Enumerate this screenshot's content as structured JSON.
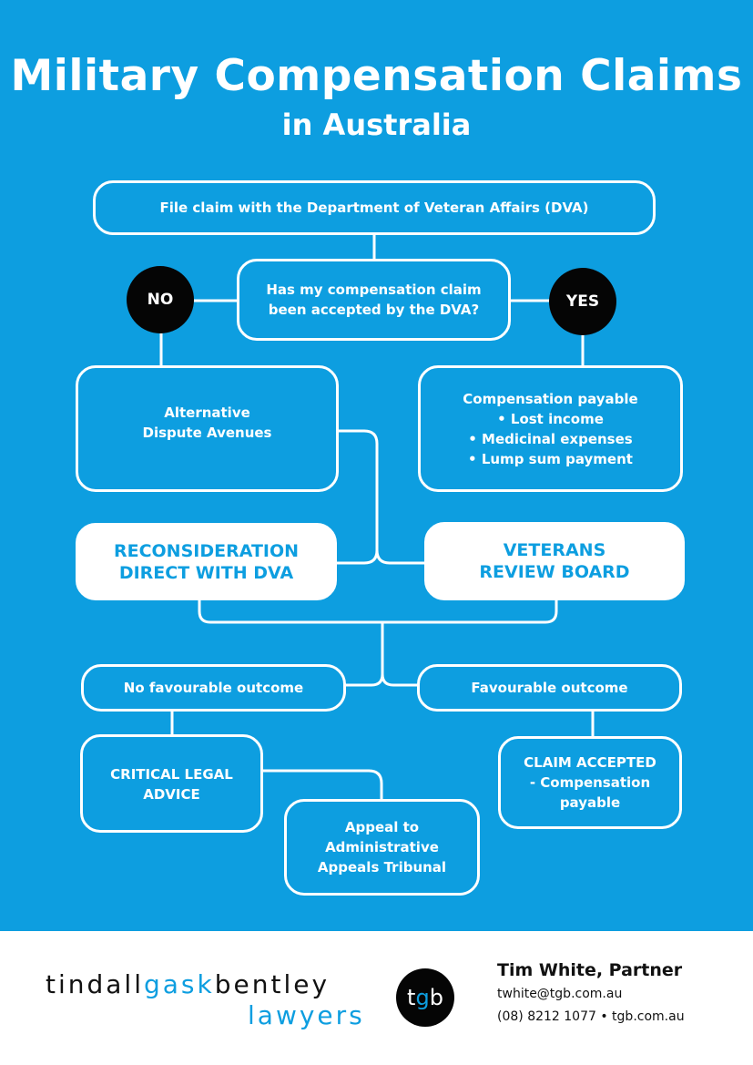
{
  "title": "Military Compensation Claims",
  "subtitle": "in Australia",
  "nodes": {
    "file_claim": "File claim with the Department of Veteran Affairs (DVA)",
    "question": "Has my compensation claim\nbeen accepted by the DVA?",
    "no": "NO",
    "yes": "YES",
    "alternative": "Alternative\nDispute Avenues",
    "compensation": "Compensation payable\n• Lost income\n• Medicinal expenses\n• Lump sum payment",
    "reconsideration": "RECONSIDERATION\nDIRECT WITH DVA",
    "vrb": "VETERANS\nREVIEW BOARD",
    "no_favourable": "No favourable outcome",
    "favourable": "Favourable outcome",
    "legal_advice": "CRITICAL LEGAL\nADVICE",
    "claim_accepted": "CLAIM ACCEPTED\n- Compensation\npayable",
    "appeal": "Appeal to\nAdministrative\nAppeals Tribunal"
  },
  "footer": {
    "logo_part1": "tindall",
    "logo_part2": "gask",
    "logo_part3": "bentley",
    "logo_line2": "lawyers",
    "badge_t": "t",
    "badge_g": "g",
    "badge_b": "b",
    "contact_name": "Tim White, Partner",
    "contact_email": "twhite@tgb.com.au",
    "contact_line": "(08) 8212 1077  •  tgb.com.au"
  },
  "colors": {
    "brand_blue": "#0d9ee0",
    "black": "#050505",
    "white": "#ffffff"
  }
}
